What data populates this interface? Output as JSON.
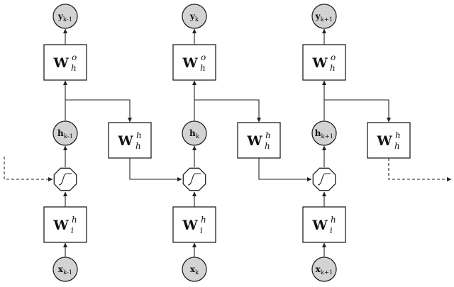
{
  "outputs": [
    {
      "base": "y",
      "sub": "k-1"
    },
    {
      "base": "y",
      "sub": "k"
    },
    {
      "base": "y",
      "sub": "k+1"
    }
  ],
  "output_weights": [
    {
      "base": "W",
      "sup": "o",
      "sub": "h"
    },
    {
      "base": "W",
      "sup": "o",
      "sub": "h"
    },
    {
      "base": "W",
      "sup": "o",
      "sub": "h"
    }
  ],
  "hidden_states": [
    {
      "base": "h",
      "sub": "k-1"
    },
    {
      "base": "h",
      "sub": "k"
    },
    {
      "base": "h",
      "sub": "k+1"
    }
  ],
  "recurrent_weights": [
    {
      "base": "W",
      "sup": "h",
      "sub": "h"
    },
    {
      "base": "W",
      "sup": "h",
      "sub": "h"
    },
    {
      "base": "W",
      "sup": "h",
      "sub": "h"
    }
  ],
  "input_weights": [
    {
      "base": "W",
      "sup": "h",
      "sub": "i"
    },
    {
      "base": "W",
      "sup": "h",
      "sub": "i"
    },
    {
      "base": "W",
      "sup": "h",
      "sub": "i"
    }
  ],
  "inputs": [
    {
      "base": "x",
      "sub": "k-1"
    },
    {
      "base": "x",
      "sub": "k"
    },
    {
      "base": "x",
      "sub": "k+1"
    }
  ],
  "activation": "sigmoid",
  "colors": {
    "node_fill": "#d3d3d3",
    "stroke": "#222222",
    "background": "#ffffff"
  }
}
